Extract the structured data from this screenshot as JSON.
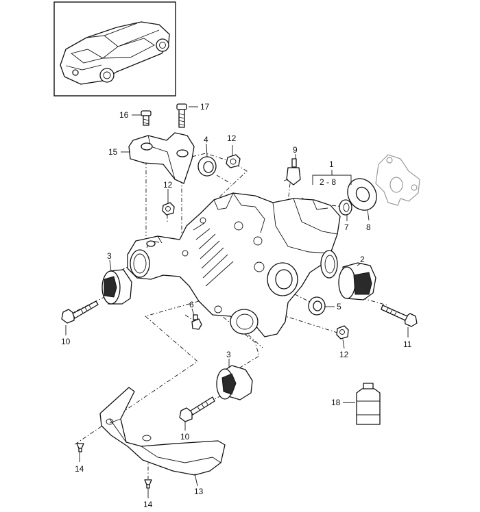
{
  "callouts": [
    {
      "id": "c1",
      "text": "1"
    },
    {
      "id": "c1r",
      "text": "2 - 8"
    },
    {
      "id": "c2",
      "text": "2"
    },
    {
      "id": "c3a",
      "text": "3"
    },
    {
      "id": "c3b",
      "text": "3"
    },
    {
      "id": "c4",
      "text": "4"
    },
    {
      "id": "c5",
      "text": "5"
    },
    {
      "id": "c6",
      "text": "6"
    },
    {
      "id": "c7",
      "text": "7"
    },
    {
      "id": "c8",
      "text": "8"
    },
    {
      "id": "c9",
      "text": "9"
    },
    {
      "id": "c10a",
      "text": "10"
    },
    {
      "id": "c10b",
      "text": "10"
    },
    {
      "id": "c11",
      "text": "11"
    },
    {
      "id": "c12a",
      "text": "12"
    },
    {
      "id": "c12b",
      "text": "12"
    },
    {
      "id": "c12c",
      "text": "12"
    },
    {
      "id": "c13",
      "text": "13"
    },
    {
      "id": "c14a",
      "text": "14"
    },
    {
      "id": "c14b",
      "text": "14"
    },
    {
      "id": "c15",
      "text": "15"
    },
    {
      "id": "c16",
      "text": "16"
    },
    {
      "id": "c17",
      "text": "17"
    },
    {
      "id": "c18",
      "text": "18"
    }
  ]
}
